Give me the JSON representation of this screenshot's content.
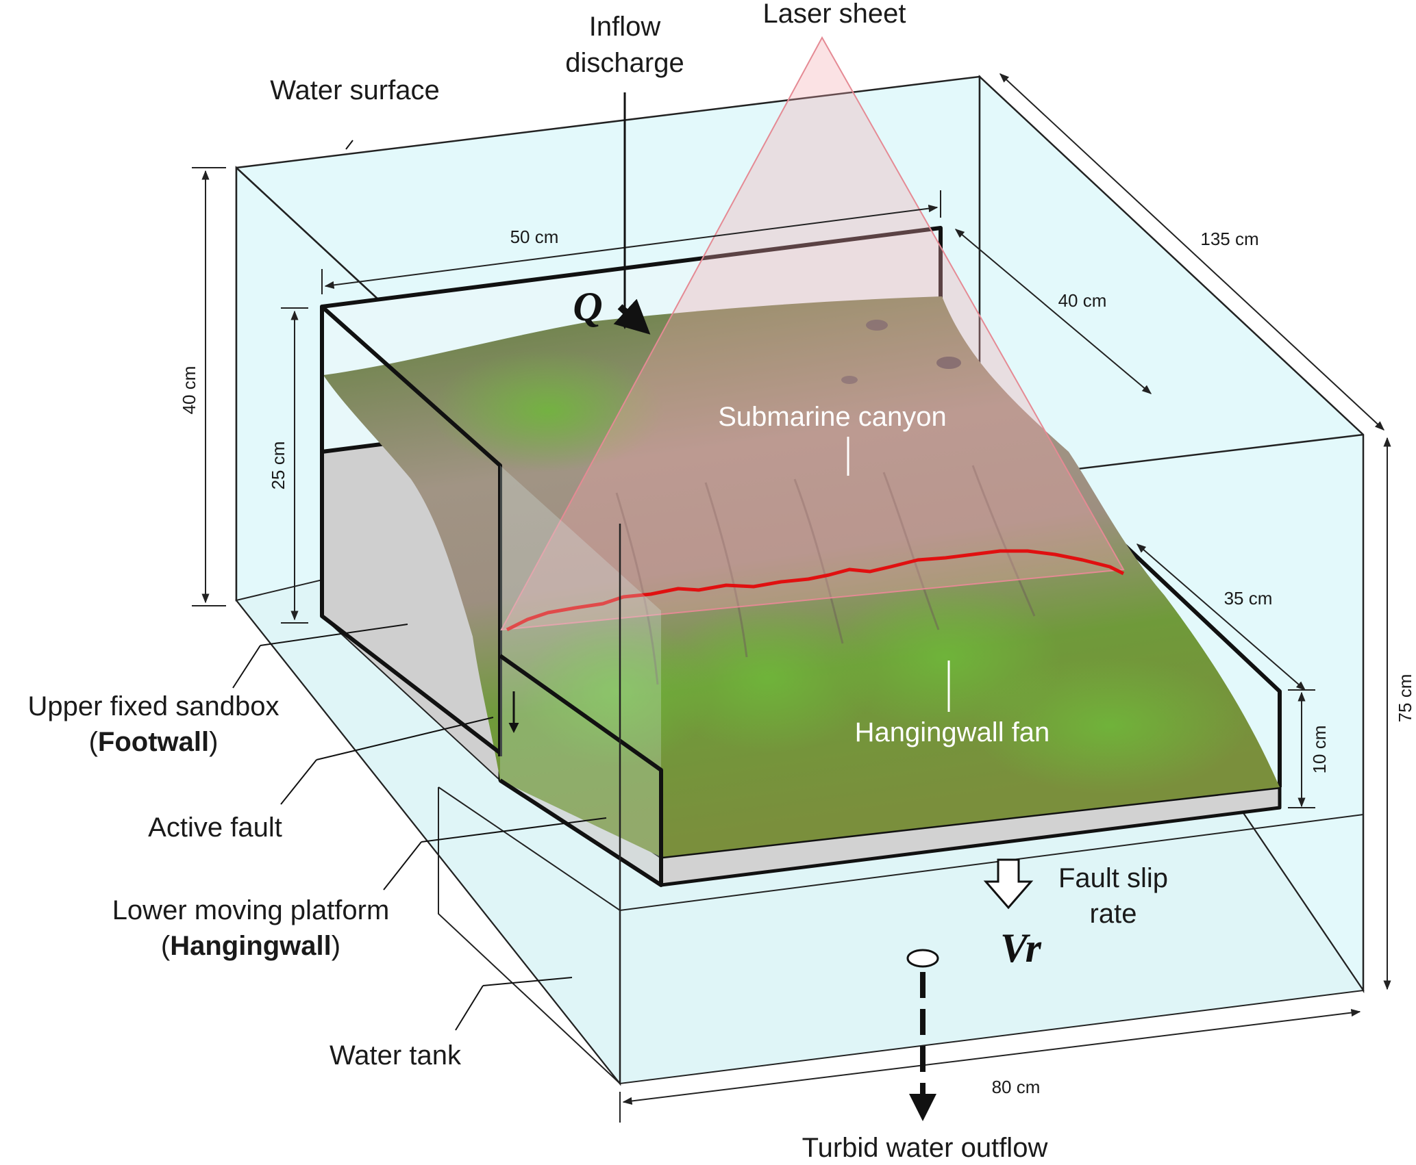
{
  "labels": {
    "laser_sheet": "Laser sheet",
    "inflow_line1": "Inflow",
    "inflow_line2": "discharge",
    "water_surface": "Water surface",
    "submarine_canyon": "Submarine canyon",
    "hangingwall_fan": "Hangingwall fan",
    "footwall_line1": "Upper fixed sandbox",
    "footwall_open": "(",
    "footwall_bold": "Footwall",
    "footwall_close": ")",
    "active_fault": "Active fault",
    "hangingwall_line1": "Lower moving platform",
    "hangingwall_open": "(",
    "hangingwall_bold": "Hangingwall",
    "hangingwall_close": ")",
    "water_tank": "Water tank",
    "fault_slip_line1": "Fault slip",
    "fault_slip_line2": "rate",
    "turbid_outflow": "Turbid water outflow",
    "q_symbol": "Q",
    "vr_symbol": "Vr"
  },
  "dimensions": {
    "tank_height": "40 cm",
    "sandbox_height": "25 cm",
    "sandbox_width": "50 cm",
    "sandbox_depth": "40 cm",
    "tank_length": "135 cm",
    "platform_depth": "35 cm",
    "platform_step": "10 cm",
    "tank_total_height": "75 cm",
    "tank_width": "80 cm"
  },
  "colors": {
    "water": "#e3f9fb",
    "laser": "#f3a6ae",
    "fault_trace": "#e01010",
    "terrain_green": "#6f9e3a",
    "terrain_grey": "#b3a69a",
    "wall_grey": "#cfcfcf"
  }
}
